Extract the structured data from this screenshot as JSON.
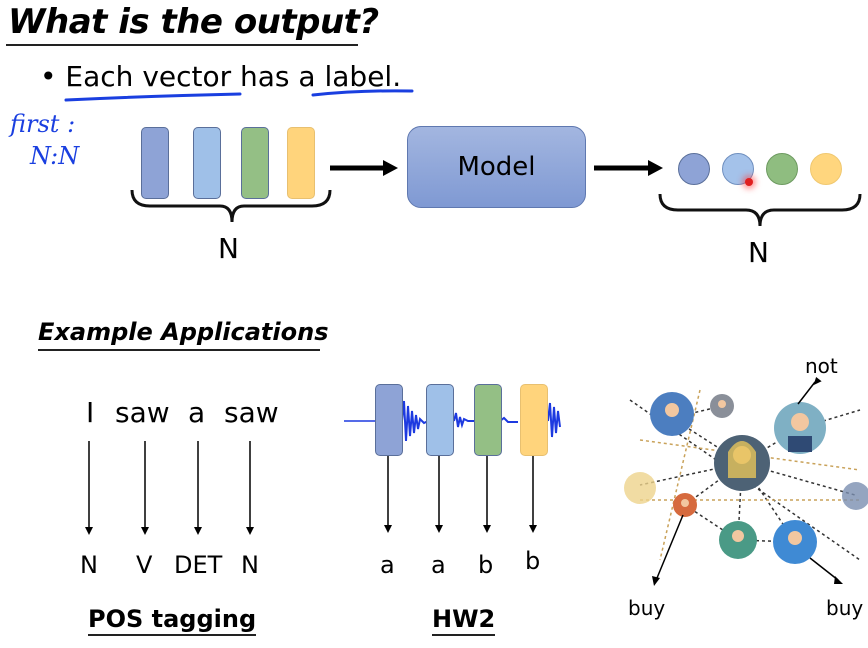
{
  "slide": {
    "title": "What is the output?",
    "bullet": "Each vector has a label.",
    "bullet_parts": {
      "p1": "Each vector",
      "p2": " has ",
      "p3": "a label",
      "p4": "."
    },
    "annotation": {
      "line1": "first :",
      "line2": "N:N",
      "color": "#1a3fe0"
    }
  },
  "diagram": {
    "input_vectors": [
      {
        "color": "#8ea3d6"
      },
      {
        "color": "#9fc0e8"
      },
      {
        "color": "#94bf85"
      },
      {
        "color": "#ffd47c"
      }
    ],
    "model_label": "Model",
    "output_labels": [
      {
        "color": "#8ea3d6"
      },
      {
        "color": "#a4c2ea"
      },
      {
        "color": "#8fbd80"
      },
      {
        "color": "#ffd67e"
      }
    ],
    "input_count_label": "N",
    "output_count_label": "N"
  },
  "examples": {
    "section_title": "Example Applications",
    "pos": {
      "words": [
        "I",
        "saw",
        "a",
        "saw"
      ],
      "tags": [
        "N",
        "V",
        "DET",
        "N"
      ],
      "caption": "POS tagging"
    },
    "hw2": {
      "labels": [
        "a",
        "a",
        "b",
        "b"
      ],
      "caption": "HW2"
    },
    "social": {
      "labels": {
        "top": "not",
        "left": "buy",
        "right": "buy"
      }
    }
  }
}
